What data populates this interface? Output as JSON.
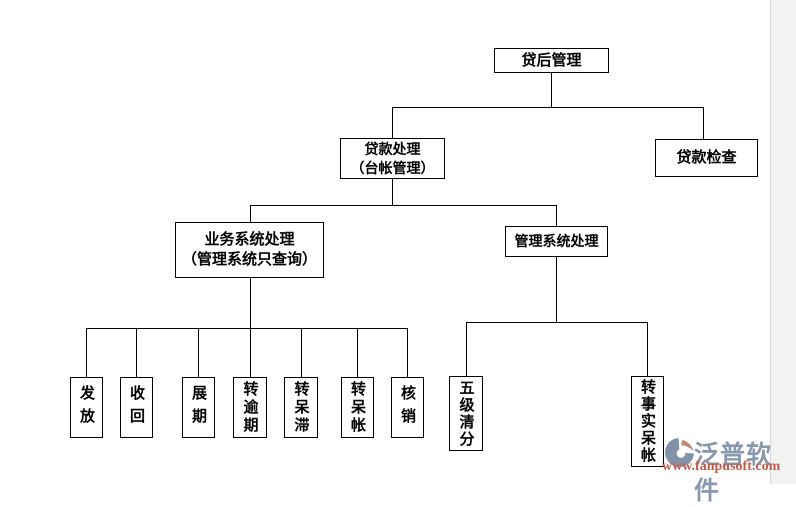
{
  "nodes": {
    "root": "贷后管理",
    "loan_processing": "贷款处理\n（台帐管理）",
    "loan_inspection": "贷款检查",
    "business_system": "业务系统处理\n（管理系统只查询）",
    "management_system": "管理系统处理",
    "issue": "发放",
    "recover": "收回",
    "extend": "展期",
    "to_overdue": "转逾期",
    "to_sluggish": "转呆滞",
    "to_bad_debt": "转呆帐",
    "write_off": "核销",
    "five_level_sort": "五级清分",
    "to_factual_bad_debt": "转事实呆帐"
  },
  "watermark": {
    "brand": "泛普软件",
    "url": "www.fanpusoft.com",
    "brand_color": "#8898ae",
    "url_color": "#c25d4a"
  },
  "colors": {
    "line": "#000000",
    "node_border": "#000000",
    "node_background": "#ffffff",
    "page_background": "#ffffff",
    "edge_strip": "#f2f2f2"
  }
}
